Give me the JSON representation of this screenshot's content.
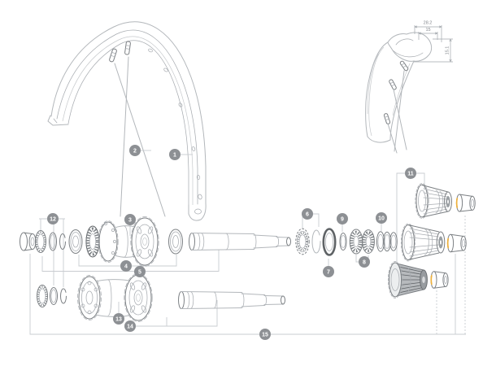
{
  "diagram": {
    "callouts": [
      "1",
      "2",
      "3",
      "4",
      "5",
      "6",
      "7",
      "8",
      "9",
      "10",
      "11",
      "12",
      "13",
      "14",
      "15"
    ],
    "dimensions": {
      "outer_width": "28.2",
      "inner_width": "15",
      "side_height": "15.1"
    },
    "colors": {
      "line": "#a9aeb3",
      "leader": "#c9ccd0",
      "balloon": "#8d9094",
      "balloon_text": "#ffffff",
      "accent": "#eeb13d",
      "dark_part": "#5f6366"
    }
  }
}
